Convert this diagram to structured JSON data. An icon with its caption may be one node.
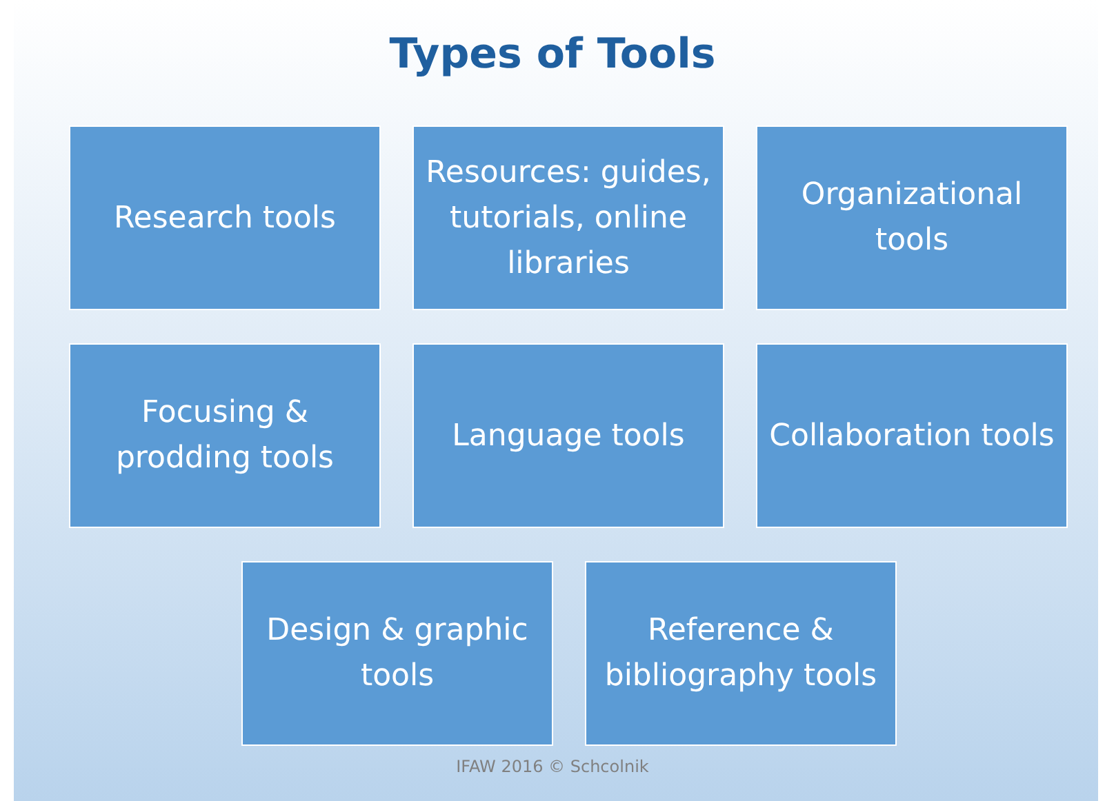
{
  "diagram": {
    "title": "Types of Tools",
    "nodes": [
      {
        "text": [
          "Research tools"
        ]
      },
      {
        "text": [
          "Resources: guides, tutorials, online libraries"
        ]
      },
      {
        "text": [
          "Organizational tools"
        ]
      },
      {
        "text": [
          "Focusing & prodding tools"
        ]
      },
      {
        "text": [
          "Language tools"
        ]
      },
      {
        "text": [
          "Collaboration tools"
        ]
      },
      {
        "text": [
          "Design & graphic tools"
        ]
      },
      {
        "text": [
          "Reference & bibliography tools"
        ]
      }
    ],
    "caption": "IFAW 2016 © Schcolnik"
  }
}
